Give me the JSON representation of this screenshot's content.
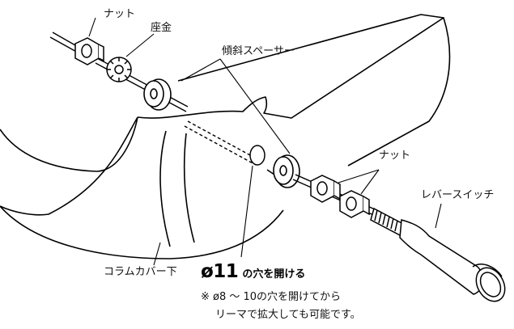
{
  "labels": {
    "nut_top": "ナット",
    "washer": "座金",
    "spacer": "傾斜スペーサー",
    "nut_right": "ナット",
    "lever_switch": "レバースイッチ",
    "column_cover": "コラムカバー下"
  },
  "hole": {
    "size": "ø11",
    "instruction": "の穴を開ける",
    "note_line1": "※ ø8 ～ 10の穴を開けてから",
    "note_line2": "リーマで拡大しても可能です。"
  },
  "colors": {
    "line": "#000000",
    "background": "#ffffff"
  }
}
